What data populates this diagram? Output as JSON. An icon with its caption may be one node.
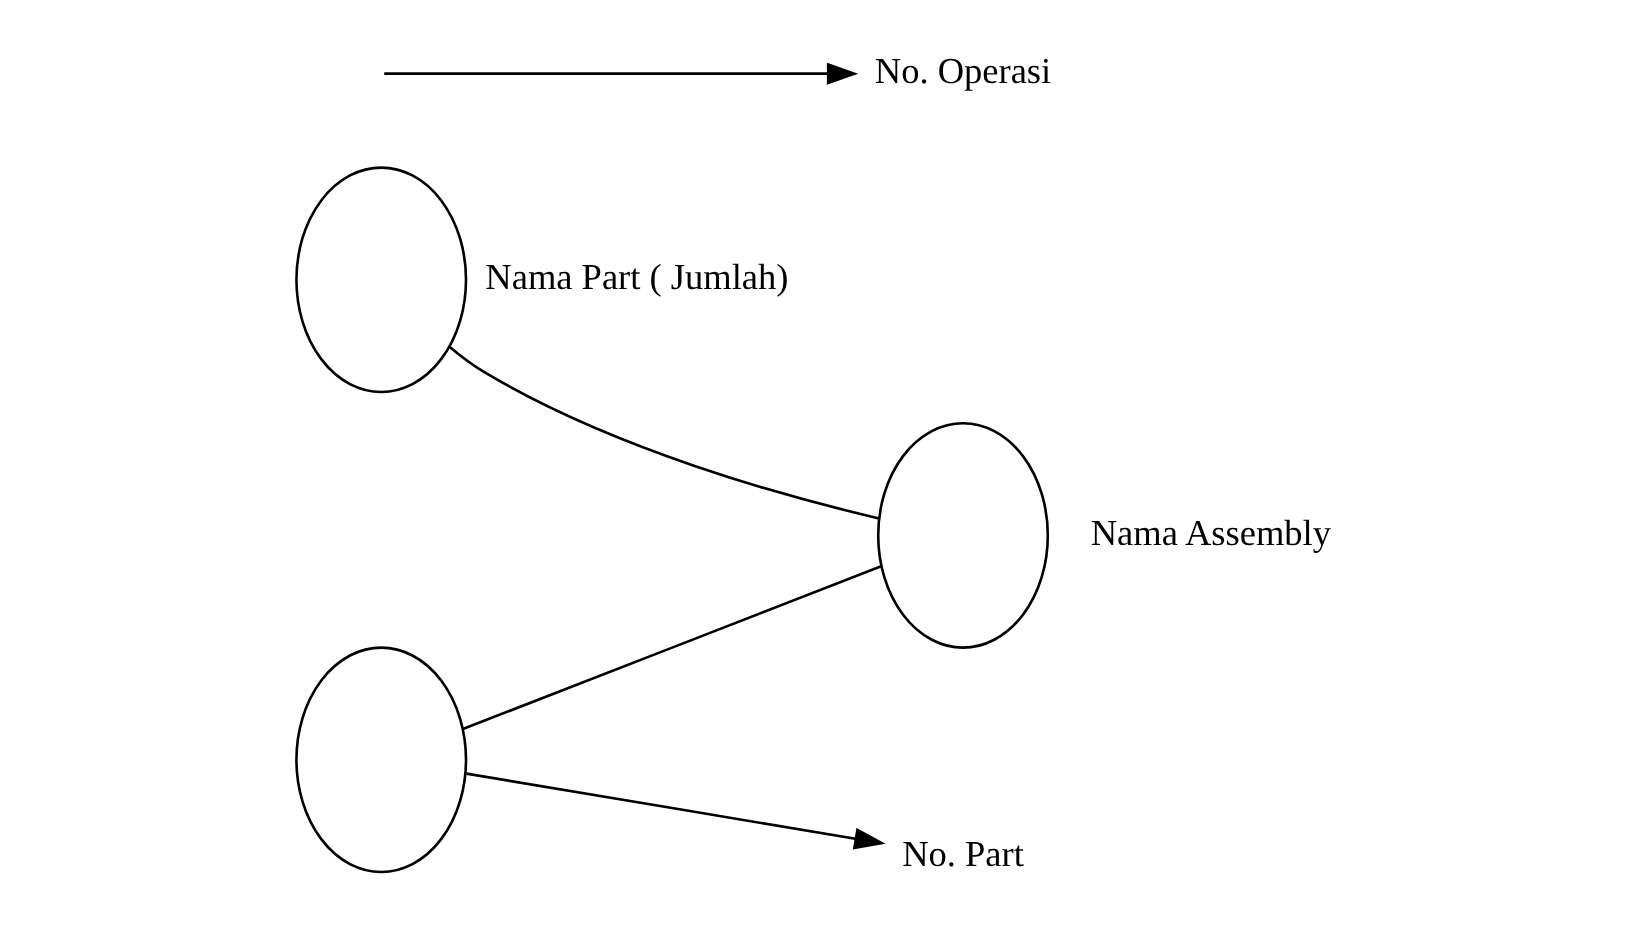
{
  "diagram": {
    "nodes": [
      {
        "text": [],
        "shape": "circle",
        "beside": [
          "Nama Part ( Jumlah)"
        ]
      },
      {
        "text": [],
        "shape": "circle",
        "beside": [
          "Nama Assembly"
        ]
      },
      {
        "text": [],
        "shape": "circle"
      },
      {
        "text": [
          "No. Part"
        ]
      },
      {
        "text": [
          "No. Operasi"
        ]
      }
    ],
    "edges": [
      {
        "from": 0,
        "to": 1,
        "arrow": "none"
      },
      {
        "from": 2,
        "to": 1,
        "arrow": "none"
      },
      {
        "from": 2,
        "to": 3,
        "arrow": "to"
      },
      {
        "from": null,
        "to": 4,
        "arrow": "to"
      }
    ]
  }
}
